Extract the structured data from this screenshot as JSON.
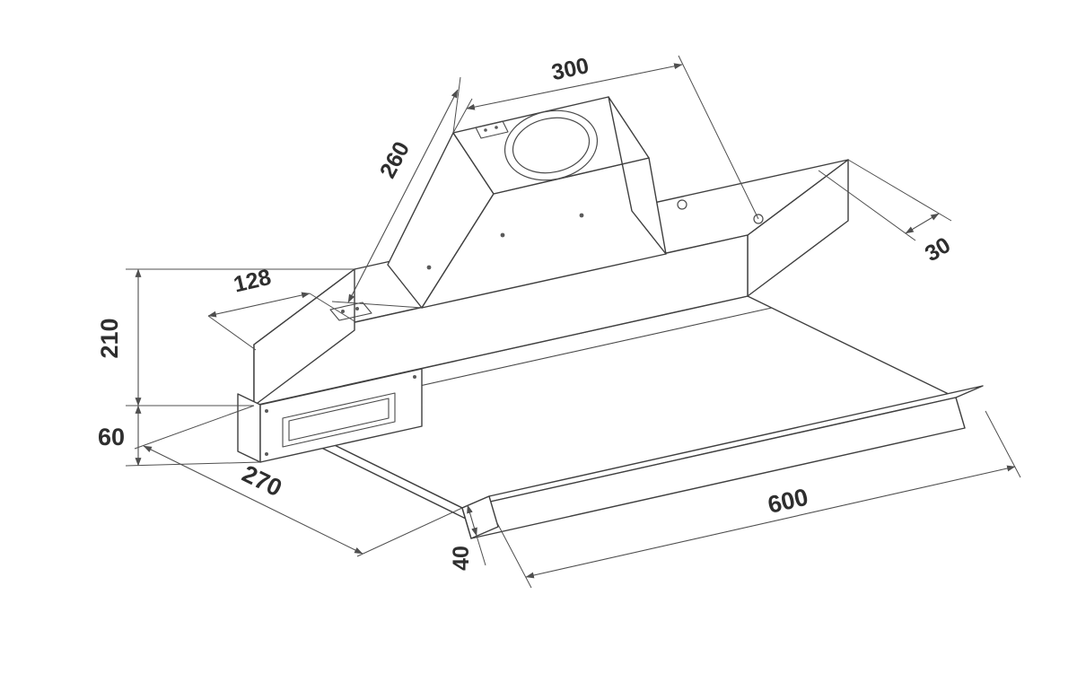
{
  "drawing": {
    "subject": "Telescopic built-in cooker hood dimensional diagram",
    "units": "mm",
    "colors": {
      "background": "#ffffff",
      "object_lines": "#3f3f3f",
      "dimension_lines": "#4f4f4f",
      "text": "#2e2e2e"
    },
    "dimensions": {
      "duct_depth": "260",
      "duct_width": "300",
      "rear_offset": "30",
      "top_inset": "128",
      "body_height": "210",
      "lower_height": "60",
      "body_depth": "270",
      "front_panel_height": "40",
      "hood_width": "600"
    }
  }
}
